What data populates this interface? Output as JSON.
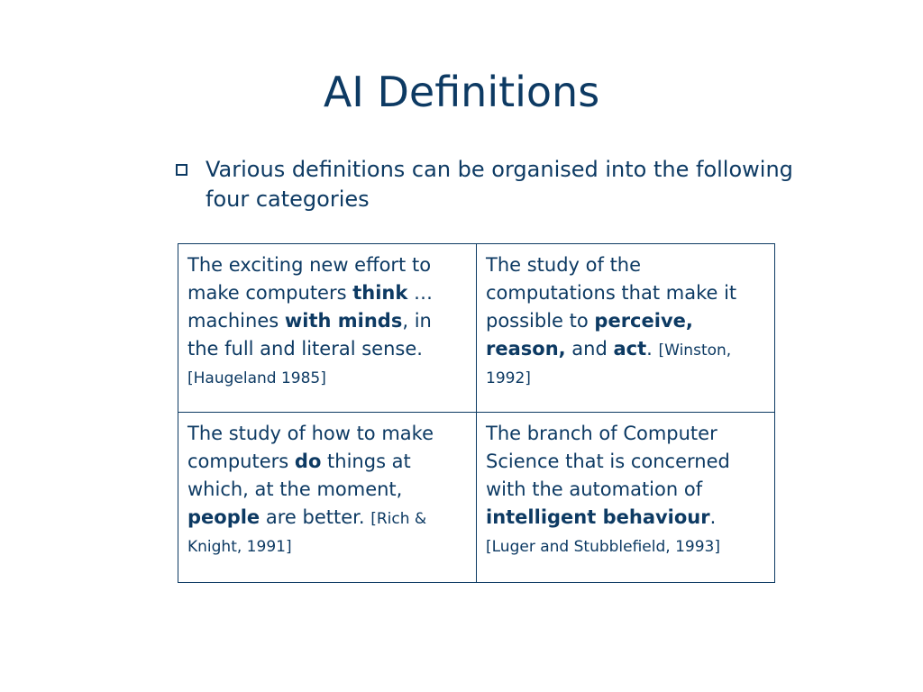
{
  "slide": {
    "title": "AI Definitions"
  },
  "bullet": {
    "icon": "hollow-square-icon",
    "text": "Various definitions can be organised into the following four categories"
  },
  "table": {
    "cells": [
      {
        "id": "think-humanly",
        "parts": [
          {
            "text": "The exciting new effort to make computers "
          },
          {
            "text": "think",
            "bold": true
          },
          {
            "text": " … machines "
          },
          {
            "text": "with minds",
            "bold": true
          },
          {
            "text": ", in the full and literal sense. "
          }
        ],
        "citation": "[Haugeland 1985]"
      },
      {
        "id": "think-rationally",
        "parts": [
          {
            "text": "The study of the computations that make it possible to "
          },
          {
            "text": "perceive, reason,",
            "bold": true
          },
          {
            "text": " and "
          },
          {
            "text": "act",
            "bold": true
          },
          {
            "text": ". "
          }
        ],
        "citation": "[Winston, 1992]"
      },
      {
        "id": "act-humanly",
        "parts": [
          {
            "text": "The study of how to make computers "
          },
          {
            "text": "do",
            "bold": true
          },
          {
            "text": " things at which, at the moment, "
          },
          {
            "text": "people",
            "bold": true
          },
          {
            "text": " are better. "
          }
        ],
        "citation": "[Rich & Knight, 1991]"
      },
      {
        "id": "act-rationally",
        "parts": [
          {
            "text": "The branch of Computer Science that is concerned with the automation of "
          },
          {
            "text": "intelligent behaviour",
            "bold": true
          },
          {
            "text": ". "
          }
        ],
        "citation": "[Luger and Stubblefield, 1993]"
      }
    ]
  },
  "colors": {
    "text": "#0d3a63",
    "background": "#ffffff"
  }
}
